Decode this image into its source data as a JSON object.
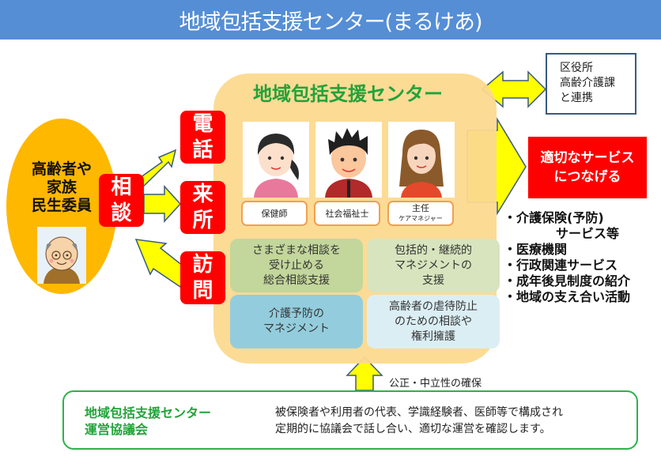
{
  "header": {
    "title": "地域包括支援センター(まるけあ)"
  },
  "client": {
    "lines": [
      "高齢者や",
      "家族",
      "民生委員"
    ],
    "icon": "elderly-man-icon"
  },
  "consult_tag": [
    "相",
    "談"
  ],
  "contact_methods": [
    {
      "chars": [
        "電",
        "話"
      ]
    },
    {
      "chars": [
        "来",
        "所"
      ]
    },
    {
      "chars": [
        "訪",
        "問"
      ]
    }
  ],
  "center": {
    "title": "地域包括支援センター",
    "staff": [
      {
        "role": "保健師",
        "sub": "",
        "icon": "woman-ponytail-icon"
      },
      {
        "role": "社会福祉士",
        "sub": "",
        "icon": "man-spiky-hair-icon"
      },
      {
        "role": "主任",
        "sub": "ケアマネジャー",
        "icon": "woman-long-hair-icon"
      }
    ],
    "functions": [
      {
        "lines": [
          "さまざまな相談を",
          "受け止める",
          "総合相談支援"
        ],
        "color": "#c3d69b"
      },
      {
        "lines": [
          "包括的・継続的",
          "マネジメントの",
          "支援"
        ],
        "color": "#d7e4bd"
      },
      {
        "lines": [
          "介護予防の",
          "マネジメント"
        ],
        "color": "#93cddd"
      },
      {
        "lines": [
          "高齢者の虐待防止",
          "のための相談や",
          "権利擁護"
        ],
        "color": "#dbeef4"
      }
    ]
  },
  "liaison": {
    "lines": [
      "区役所",
      "高齢介護課",
      "と連携"
    ]
  },
  "services": {
    "heading": [
      "適切なサービス",
      "につなげる"
    ],
    "items": [
      {
        "text": "・介護保険(予防)",
        "cont": "サービス等"
      },
      {
        "text": "・医療機関"
      },
      {
        "text": "・行政関連サービス"
      },
      {
        "text": "・成年後見制度の紹介"
      },
      {
        "text": "・地域の支え合い活動"
      }
    ]
  },
  "neutrality_label": "公正・中立性の確保",
  "council": {
    "title": [
      "地域包括支援センター",
      "運営協議会"
    ],
    "description": [
      "被保険者や利用者の代表、学識経験者、医師等で構成され",
      "定期的に協議会で話し合い、適切な運営を確認します。"
    ]
  },
  "colors": {
    "title_bar": "#558ed5",
    "accent_red": "#ff0000",
    "arrow_yellow": "#ffff00",
    "center_bg": "#fcd98f",
    "green_text": "#22a33a",
    "client_orange": "#ffb800"
  }
}
